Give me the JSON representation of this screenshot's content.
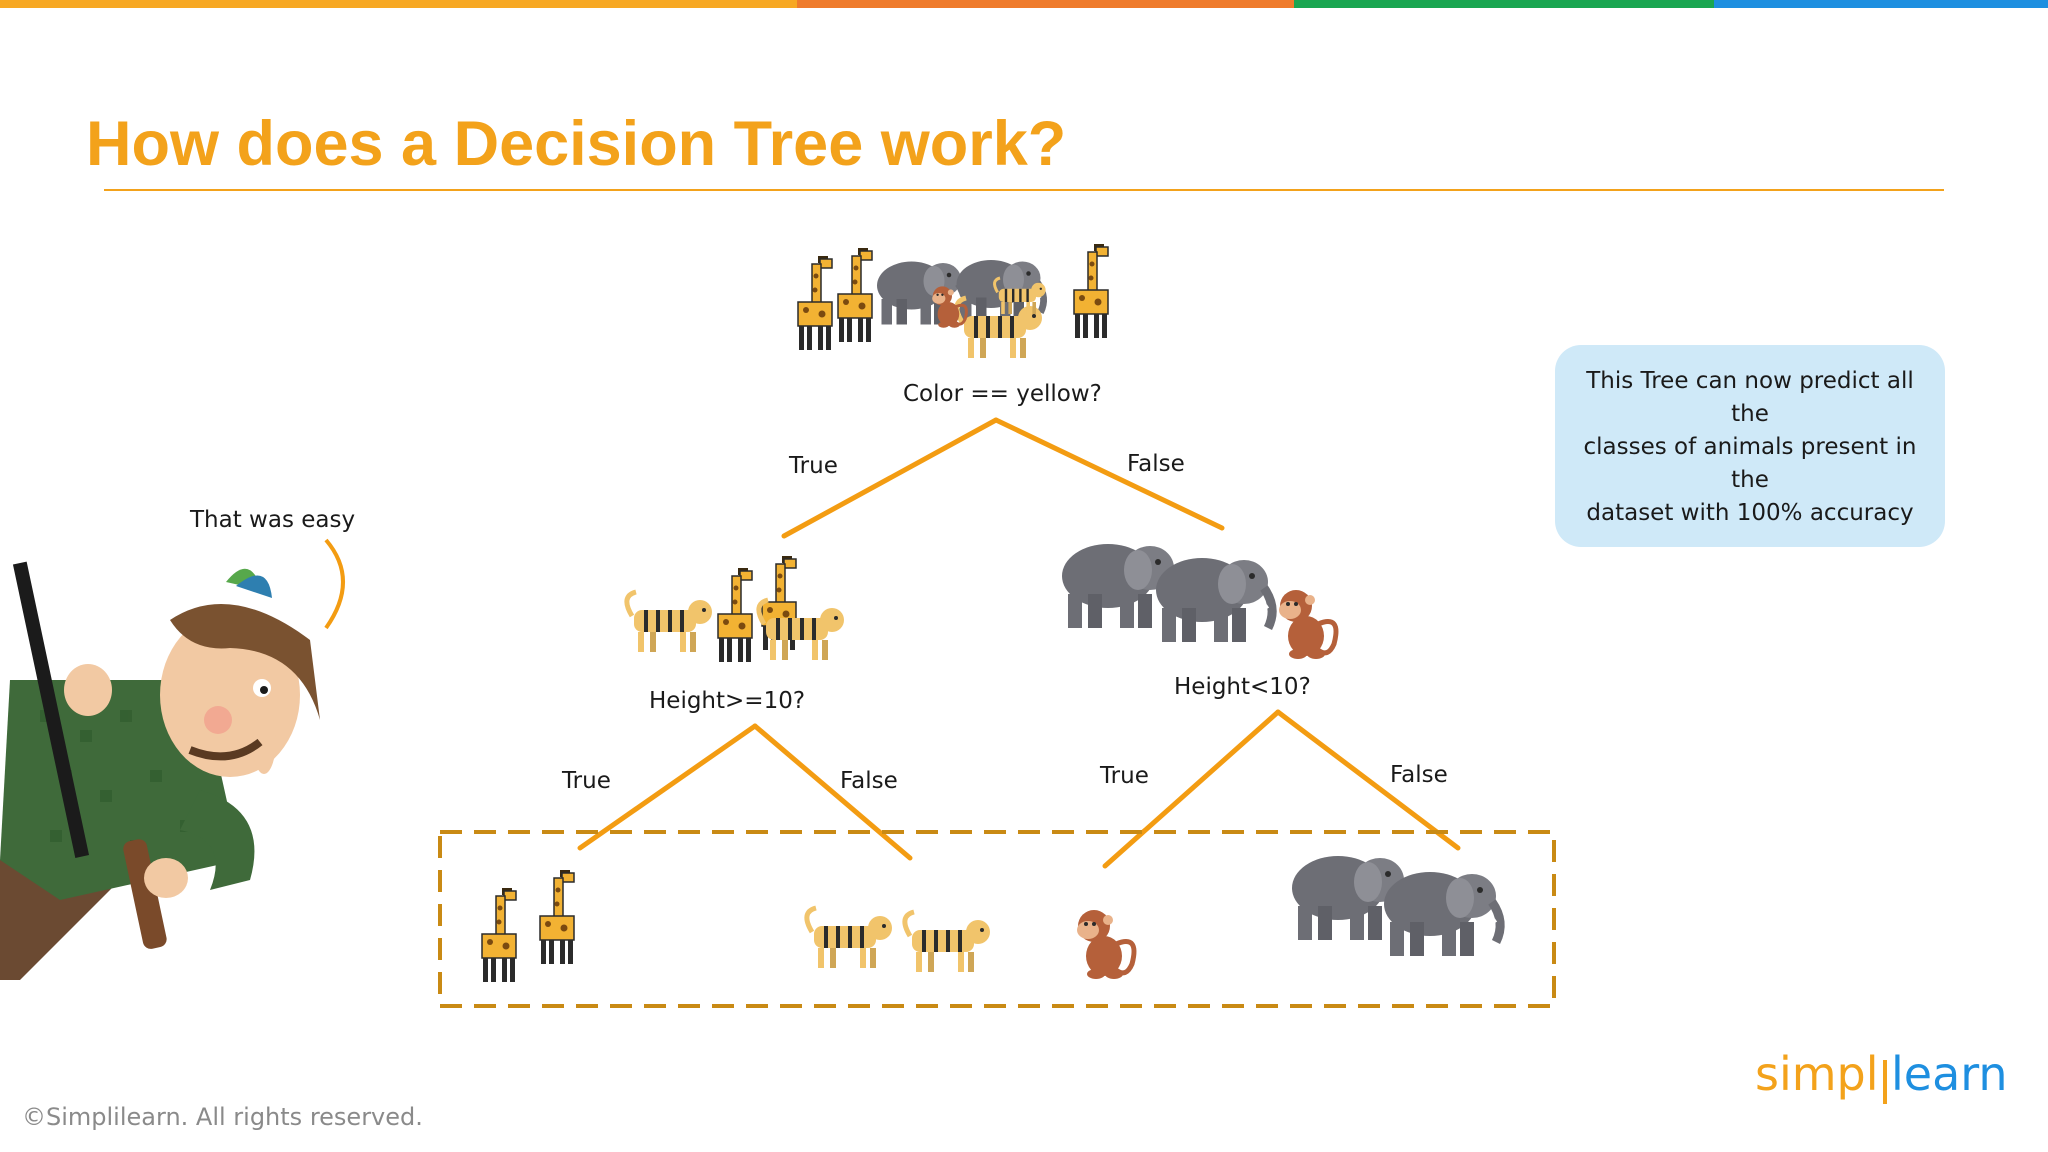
{
  "title": "How does a Decision Tree work?",
  "colors": {
    "accent": "#f3a21b",
    "branch": "#f39c12",
    "note_bg": "#cfe9f8",
    "bar": [
      "#f7a823",
      "#ef7b2c",
      "#1aa651",
      "#1e8fe0"
    ]
  },
  "tree": {
    "root": {
      "question": "Color == yellow?",
      "true_label": "True",
      "false_label": "False"
    },
    "left": {
      "question": "Height>=10?",
      "true_label": "True",
      "false_label": "False"
    },
    "right": {
      "question": "Height<10?",
      "true_label": "True",
      "false_label": "False"
    }
  },
  "speech": "That was easy",
  "note": [
    "This Tree can now predict all the",
    "classes of animals present in the",
    "dataset with 100% accuracy"
  ],
  "footer": {
    "copyright": "©Simplilearn. All rights reserved.",
    "brand_left": "simpl",
    "brand_right": "learn"
  },
  "icons": [
    "giraffe-icon",
    "elephant-icon",
    "tiger-icon",
    "monkey-icon",
    "hunter-illustration"
  ]
}
